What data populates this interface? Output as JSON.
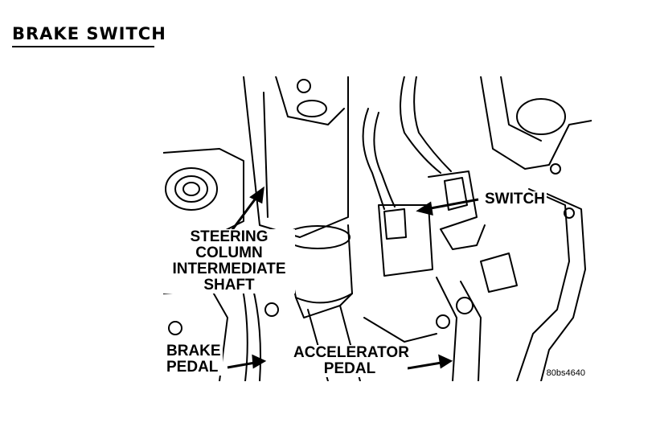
{
  "page": {
    "title": "BRAKE SWITCH"
  },
  "figure": {
    "id": "80bs4640",
    "callouts": {
      "switch": "SWITCH",
      "steering_line1": "STEERING",
      "steering_line2": "COLUMN",
      "steering_line3": "INTERMEDIATE",
      "steering_line4": "SHAFT",
      "brake_line1": "BRAKE",
      "brake_line2": "PEDAL",
      "accelerator_line1": "ACCELERATOR",
      "accelerator_line2": "PEDAL"
    }
  }
}
